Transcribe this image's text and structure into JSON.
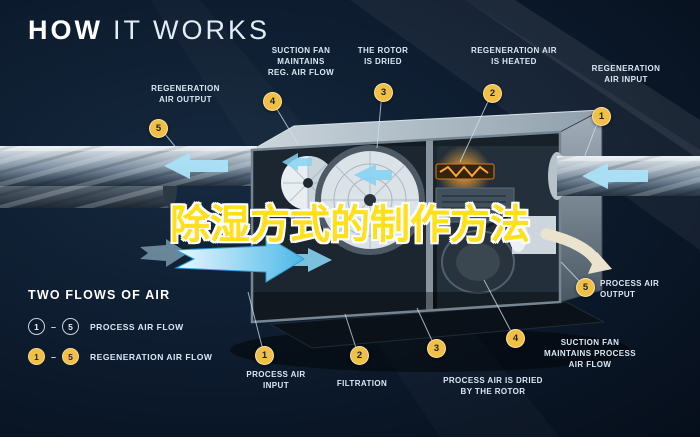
{
  "title": {
    "primary": "HOW",
    "secondary": "IT WORKS"
  },
  "watermark": {
    "text": "除湿方式的制作方法"
  },
  "regeneration_flow": {
    "callouts": [
      {
        "num": "1",
        "label": [
          "REGENERATION",
          "AIR INPUT"
        ]
      },
      {
        "num": "2",
        "label": [
          "REGENERATION AIR",
          "IS HEATED"
        ]
      },
      {
        "num": "3",
        "label": [
          "THE ROTOR",
          "IS DRIED"
        ]
      },
      {
        "num": "4",
        "label": [
          "SUCTION FAN",
          "MAINTAINS",
          "REG. AIR FLOW"
        ]
      },
      {
        "num": "5",
        "label": [
          "REGENERATION",
          "AIR OUTPUT"
        ]
      }
    ]
  },
  "process_flow": {
    "callouts": [
      {
        "num": "1",
        "label": [
          "PROCESS AIR",
          "INPUT"
        ]
      },
      {
        "num": "2",
        "label": [
          "FILTRATION"
        ]
      },
      {
        "num": "3",
        "label": [
          "PROCESS AIR IS DRIED",
          "BY THE ROTOR"
        ]
      },
      {
        "num": "4",
        "label": [
          "SUCTION FAN",
          "MAINTAINS PROCESS",
          "AIR FLOW"
        ]
      },
      {
        "num": "5",
        "label": [
          "PROCESS AIR",
          "OUTPUT"
        ]
      }
    ]
  },
  "legend": {
    "title": "TWO FLOWS OF AIR",
    "separator": "–",
    "rows": [
      {
        "start": "1",
        "end": "5",
        "label": "PROCESS AIR FLOW",
        "style": "outline"
      },
      {
        "start": "1",
        "end": "5",
        "label": "REGENERATION AIR FLOW",
        "style": "gold"
      }
    ]
  },
  "colors": {
    "background": "#0A1626",
    "badge_gold": "#F2BF45",
    "flow_cyan": "#4DB8E8",
    "watermark_yellow": "#FFE01A"
  }
}
